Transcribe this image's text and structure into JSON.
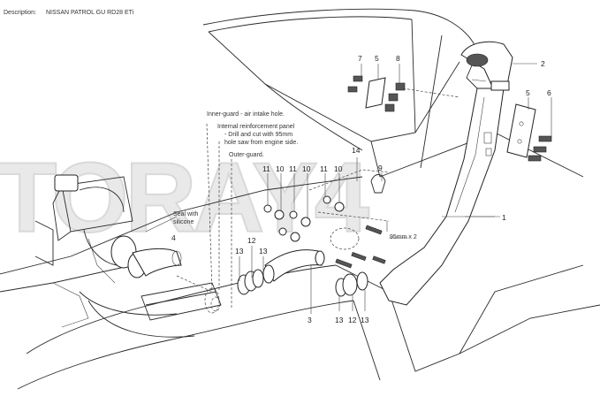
{
  "header": {
    "description_label": "Description:",
    "description_value": "NISSAN PATROL GU RD28 ETi"
  },
  "watermark": {
    "text": "TORAY4",
    "color": "#e9e9e9"
  },
  "notes": {
    "inner_guard": "Inner-guard - air intake hole.",
    "internal_panel_1": "Internal reinforcement panel",
    "internal_panel_2": "- Drill and cut with 95mm",
    "internal_panel_3": "hole saw from engine side.",
    "outer_guard": "Outer-guard.",
    "seal_1": "Seal with",
    "seal_2": "silicone",
    "hole_size": "95mm x 2"
  },
  "callouts": {
    "c7": "7",
    "c5a": "5",
    "c8": "8",
    "c2": "2",
    "c5b": "5",
    "c6": "6",
    "c1": "1",
    "c14": "14",
    "c9": "9",
    "c11a": "11",
    "c10a": "10",
    "c11b": "11",
    "c10b": "10",
    "c11c": "11",
    "c10c": "10",
    "c4": "4",
    "c12a": "12",
    "c13a": "13",
    "c13b": "13",
    "c3": "3",
    "c13c": "13",
    "c12b": "12",
    "c13d": "13"
  }
}
